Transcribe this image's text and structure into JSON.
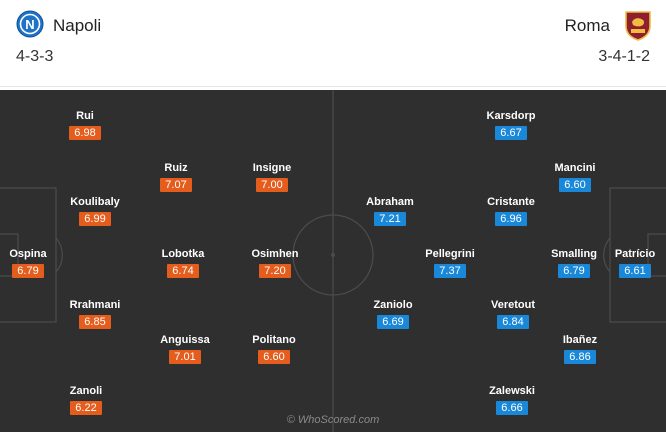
{
  "home": {
    "name": "Napoli",
    "formation": "4-3-3",
    "badge_icon": "napoli-crest-icon",
    "color": "#e45d1d",
    "players": [
      {
        "name": "Rui",
        "rating": "6.98"
      },
      {
        "name": "Koulibaly",
        "rating": "6.99"
      },
      {
        "name": "Ospina",
        "rating": "6.79"
      },
      {
        "name": "Rrahmani",
        "rating": "6.85"
      },
      {
        "name": "Zanoli",
        "rating": "6.22"
      },
      {
        "name": "Ruiz",
        "rating": "7.07"
      },
      {
        "name": "Lobotka",
        "rating": "6.74"
      },
      {
        "name": "Anguissa",
        "rating": "7.01"
      },
      {
        "name": "Insigne",
        "rating": "7.00"
      },
      {
        "name": "Osimhen",
        "rating": "7.20"
      },
      {
        "name": "Politano",
        "rating": "6.60"
      }
    ]
  },
  "away": {
    "name": "Roma",
    "formation": "3-4-1-2",
    "badge_icon": "roma-crest-icon",
    "color": "#1a88d9",
    "players": [
      {
        "name": "Karsdorp",
        "rating": "6.67"
      },
      {
        "name": "Mancini",
        "rating": "6.60"
      },
      {
        "name": "Abraham",
        "rating": "7.21"
      },
      {
        "name": "Cristante",
        "rating": "6.96"
      },
      {
        "name": "Pellegrini",
        "rating": "7.37"
      },
      {
        "name": "Smalling",
        "rating": "6.79"
      },
      {
        "name": "Patrício",
        "rating": "6.61"
      },
      {
        "name": "Zaniolo",
        "rating": "6.69"
      },
      {
        "name": "Veretout",
        "rating": "6.84"
      },
      {
        "name": "Ibañez",
        "rating": "6.86"
      },
      {
        "name": "Zalewski",
        "rating": "6.66"
      }
    ]
  },
  "watermark": "© WhoScored.com"
}
